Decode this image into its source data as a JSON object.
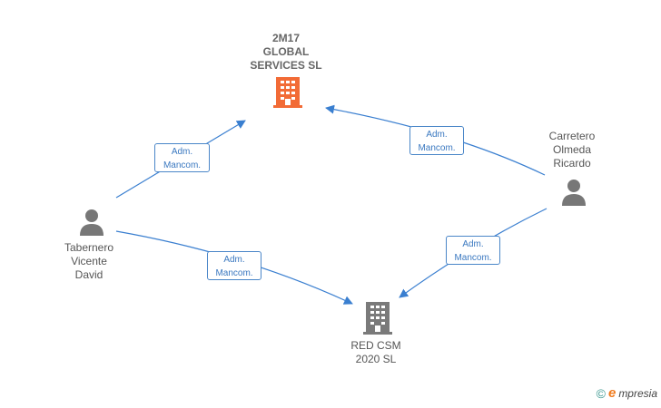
{
  "nodes": {
    "company_top": {
      "label": "2M17\nGLOBAL\nSERVICES  SL",
      "color": "#f26b36"
    },
    "company_bottom": {
      "label": "RED CSM\n2020  SL",
      "color": "#7a7a7a"
    },
    "person_left": {
      "label": "Tabernero\nVicente\nDavid"
    },
    "person_right": {
      "label": "Carretero\nOlmeda\nRicardo"
    }
  },
  "edges": [
    {
      "line1": "Adm.",
      "line2": "Mancom."
    },
    {
      "line1": "Adm.",
      "line2": "Mancom."
    },
    {
      "line1": "Adm.",
      "line2": "Mancom."
    },
    {
      "line1": "Adm.",
      "line2": "Mancom."
    }
  ],
  "colors": {
    "edge": "#3a7fd0",
    "person": "#777777"
  },
  "footer": {
    "copyright": "©",
    "brand_initial": "e",
    "brand_rest": "mpresia"
  }
}
